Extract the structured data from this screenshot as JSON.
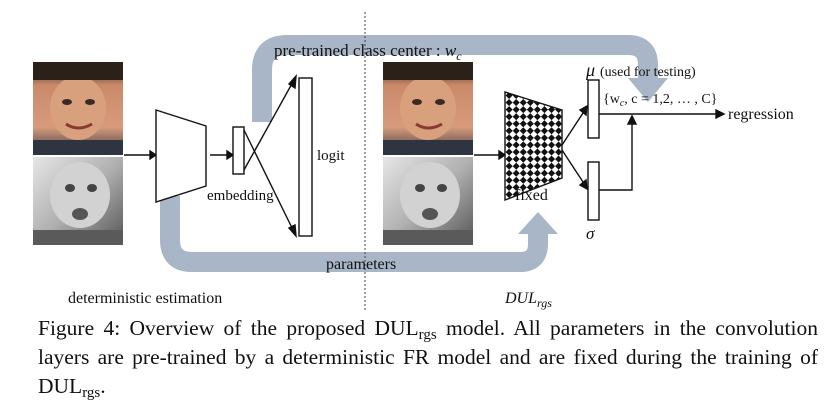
{
  "figure": {
    "left_section_label": "deterministic  estimation",
    "right_section_label": "DUL",
    "right_section_label_sub": "rgs",
    "labels": {
      "pretrained_prefix": "pre-trained  class center :",
      "pretrained_w": "w",
      "pretrained_c": "c",
      "embedding": "embedding",
      "logit": "logit",
      "parameters": "parameters",
      "fixed": "fixed",
      "mu": "μ",
      "mu_note": "(used for testing)",
      "class_set": "{w",
      "class_set_c": "c",
      "class_set_rest": ", c = 1,2, … , C}",
      "regression": "regression",
      "sigma": "σ"
    },
    "colors": {
      "flow_arrow": "#a9b6c8",
      "line": "#111111",
      "divider": "#444444"
    }
  },
  "caption": {
    "part1": "Figure 4: Overview of the proposed DUL",
    "sub1": "rgs",
    "part2": " model. All parameters in the convolution layers are pre-trained by a deterministic FR model and are fixed during the training of DUL",
    "sub2": "rgs",
    "part3": "."
  }
}
